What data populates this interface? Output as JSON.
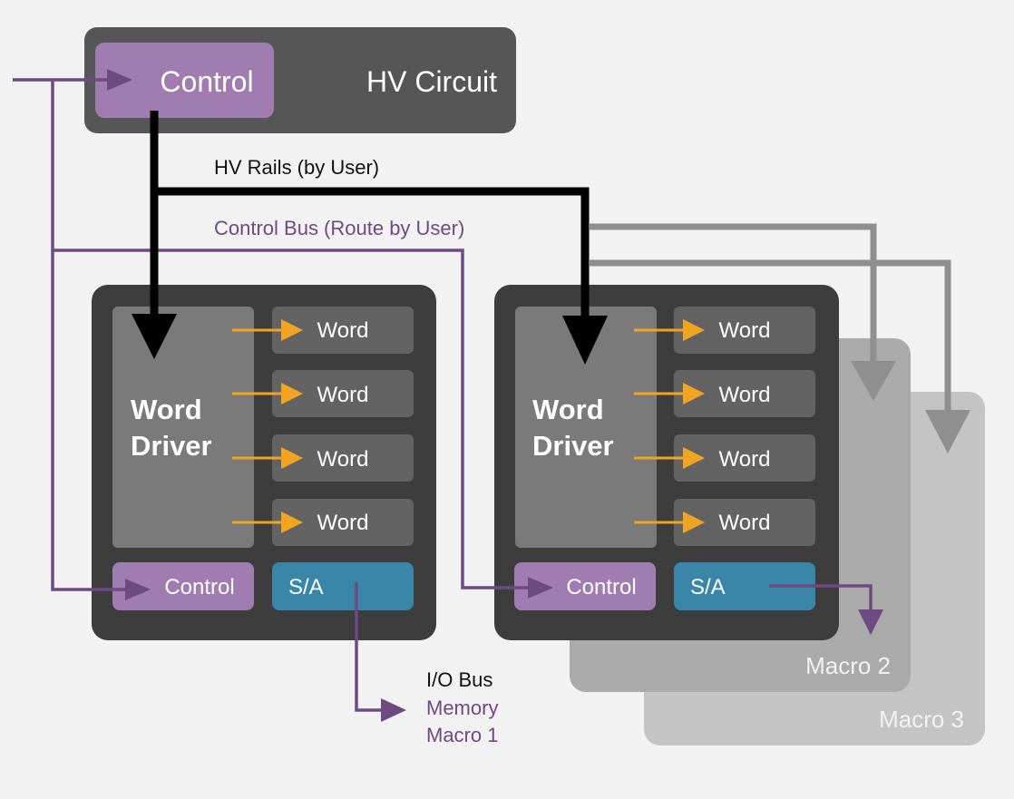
{
  "hv_circuit": {
    "title": "HV Circuit",
    "control_label": "Control"
  },
  "buses": {
    "hv_rails": "HV Rails (by User)",
    "control_bus": "Control Bus (Route by User)",
    "io_bus": "I/O Bus"
  },
  "macro1": {
    "driver_line1": "Word",
    "driver_line2": "Driver",
    "words": [
      "Word",
      "Word",
      "Word",
      "Word"
    ],
    "control_label": "Control",
    "sa_label": "S/A",
    "name_line1": "Memory",
    "name_line2": "Macro 1"
  },
  "macro_main": {
    "driver_line1": "Word",
    "driver_line2": "Driver",
    "words": [
      "Word",
      "Word",
      "Word",
      "Word"
    ],
    "control_label": "Control",
    "sa_label": "S/A"
  },
  "macro2": {
    "name": "Macro 2"
  },
  "macro3": {
    "name": "Macro 3"
  },
  "colors": {
    "background": "#f2f2f2",
    "hv_box": "#565656",
    "macro_box": "#3d3d3d",
    "driver": "#7a7a7a",
    "word_box": "#636363",
    "control": "#a07cb0",
    "sense_amp": "#3a86a8",
    "purple_line": "#6e4a82",
    "orange_arrow": "#f0a422",
    "gray_rail": "#8f8f8f",
    "macro2_box": "#aaaaaa",
    "macro3_box": "#c4c4c4"
  }
}
